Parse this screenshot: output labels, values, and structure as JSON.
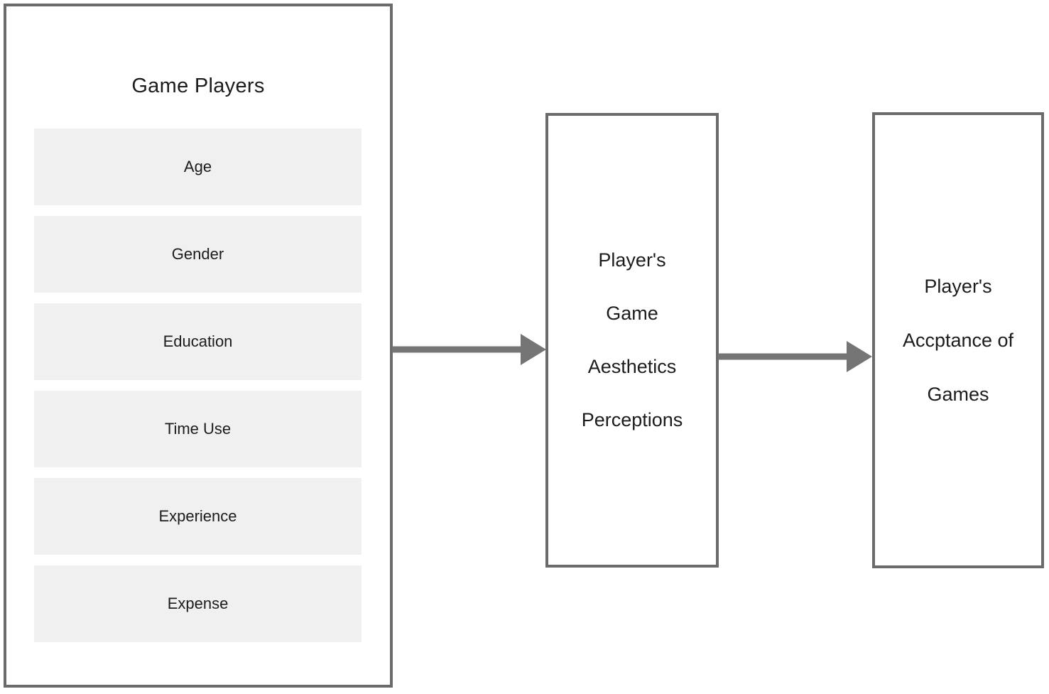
{
  "diagram": {
    "game_players": {
      "title": "Game Players",
      "items": [
        "Age",
        "Gender",
        "Education",
        "Time Use",
        "Experience",
        "Expense"
      ]
    },
    "aesthetics_perceptions": {
      "lines": [
        "Player's",
        "Game",
        "Aesthetics",
        "Perceptions"
      ]
    },
    "acceptance": {
      "lines": [
        "Player's",
        "Accptance of",
        "Games"
      ]
    },
    "colors": {
      "box_border": "#6b6b6b",
      "arrow": "#757575",
      "item_background": "#f0f0f0",
      "text": "#1c1c1c"
    }
  }
}
